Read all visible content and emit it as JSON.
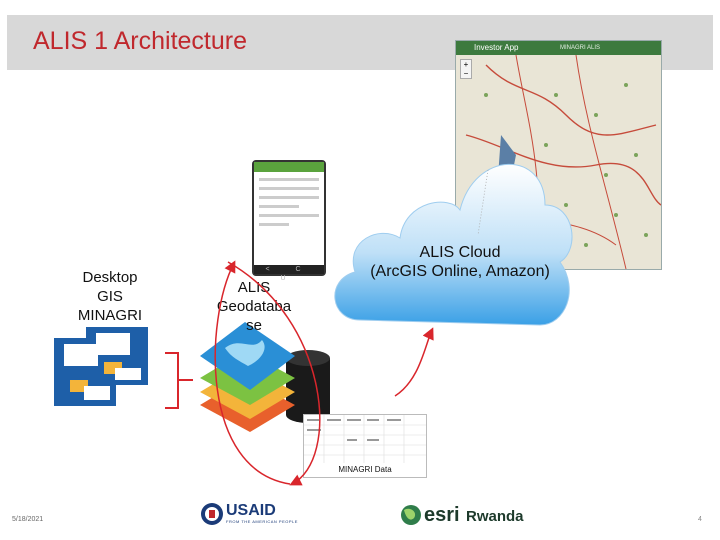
{
  "slide": {
    "title": "ALIS 1 Architecture",
    "date": "5/18/2021",
    "page_number": "4"
  },
  "investor_app": {
    "title": "Investor App",
    "menu": "MINAGRI  ALIS",
    "zoom_in": "+",
    "zoom_out": "−"
  },
  "mobile_app": {
    "nav": "< C U"
  },
  "cloud": {
    "label_line1": "ALIS Cloud",
    "label_line2": "(ArcGIS Online, Amazon)"
  },
  "desktop": {
    "label_line1": "Desktop",
    "label_line2": "GIS",
    "label_line3": "MINAGRI"
  },
  "geodatabase": {
    "label_line1": "ALIS",
    "label_line2": "Geodataba",
    "label_line3": "se"
  },
  "minagri_data": {
    "label": "MINAGRI Data"
  },
  "footer": {
    "usaid": "USAID",
    "usaid_sub": "FROM THE AMERICAN PEOPLE",
    "esri": "esri",
    "rwanda": "Rwanda"
  },
  "colors": {
    "title_red": "#c0282d",
    "arrow_red": "#d9262c",
    "cloud_blue": "#3aa0e6",
    "esri_green": "#1d3a2b",
    "usaid_blue": "#1b3b78"
  }
}
